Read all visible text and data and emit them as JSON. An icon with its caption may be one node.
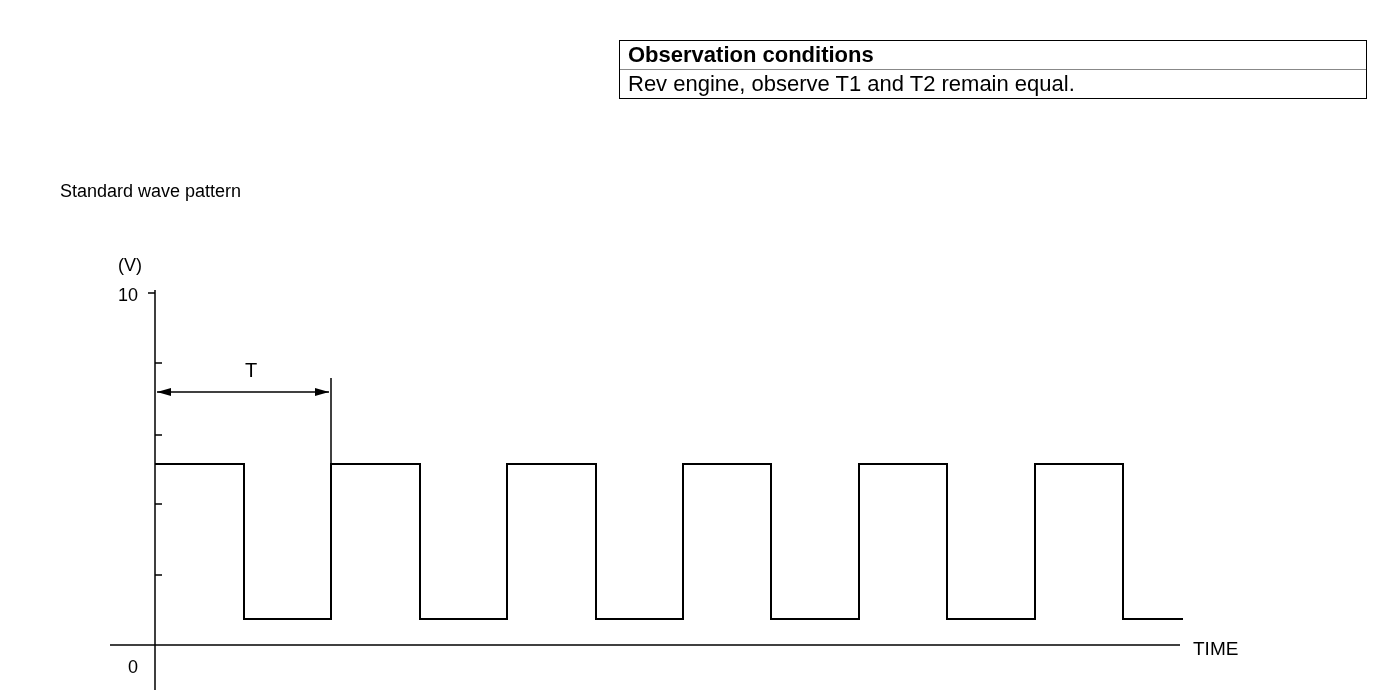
{
  "diagram": {
    "labels": [
      "Observation conditions",
      "Rev engine, observe T1 and T2 remain equal.",
      "Standard wave pattern",
      "(V)",
      "10",
      "T",
      "0",
      "TIME"
    ]
  }
}
